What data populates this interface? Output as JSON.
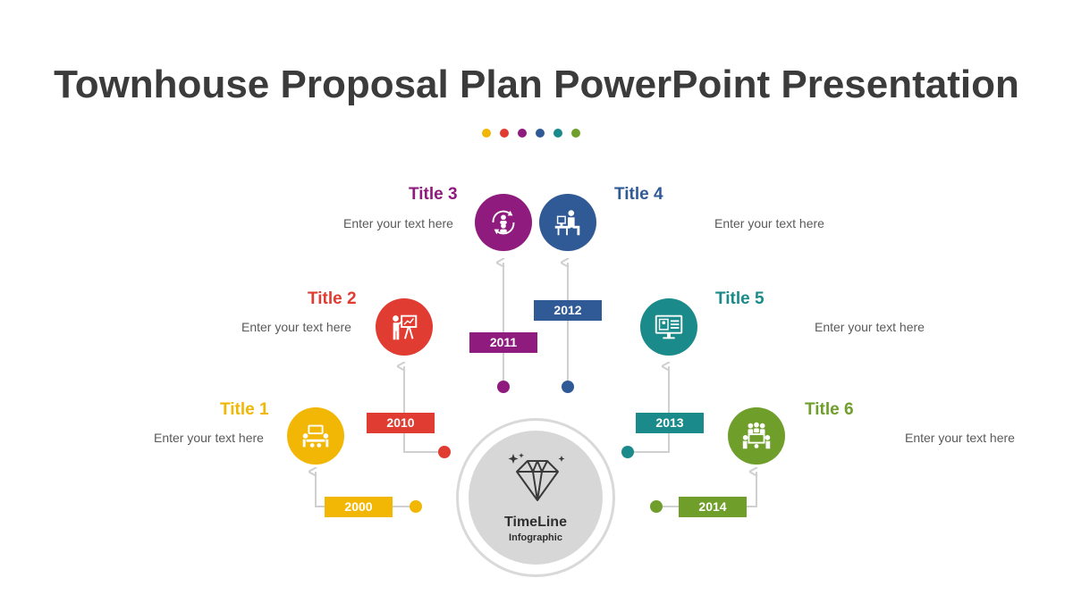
{
  "slide": {
    "title": "Townhouse Proposal Plan PowerPoint Presentation",
    "dot_colors": [
      "#f2b705",
      "#e03c31",
      "#8e1b7d",
      "#2f5a95",
      "#1a8a8a",
      "#6f9f2a"
    ]
  },
  "center": {
    "title": "TimeLine",
    "subtitle": "Infographic",
    "icon": "diamond-icon"
  },
  "items": [
    {
      "title": "Title 1",
      "text": "Enter your text here",
      "year": "2000",
      "color": "#f2b705",
      "icon": "meeting-table-icon"
    },
    {
      "title": "Title 2",
      "text": "Enter your text here",
      "year": "2010",
      "color": "#e03c31",
      "icon": "presentation-board-icon"
    },
    {
      "title": "Title 3",
      "text": "Enter your text here",
      "year": "2011",
      "color": "#8e1b7d",
      "icon": "people-cycle-icon"
    },
    {
      "title": "Title 4",
      "text": "Enter your text here",
      "year": "2012",
      "color": "#2f5a95",
      "icon": "desk-worker-icon"
    },
    {
      "title": "Title 5",
      "text": "Enter your text here",
      "year": "2013",
      "color": "#1a8a8a",
      "icon": "monitor-icon"
    },
    {
      "title": "Title 6",
      "text": "Enter your text here",
      "year": "2014",
      "color": "#6f9f2a",
      "icon": "team-meeting-icon"
    }
  ]
}
